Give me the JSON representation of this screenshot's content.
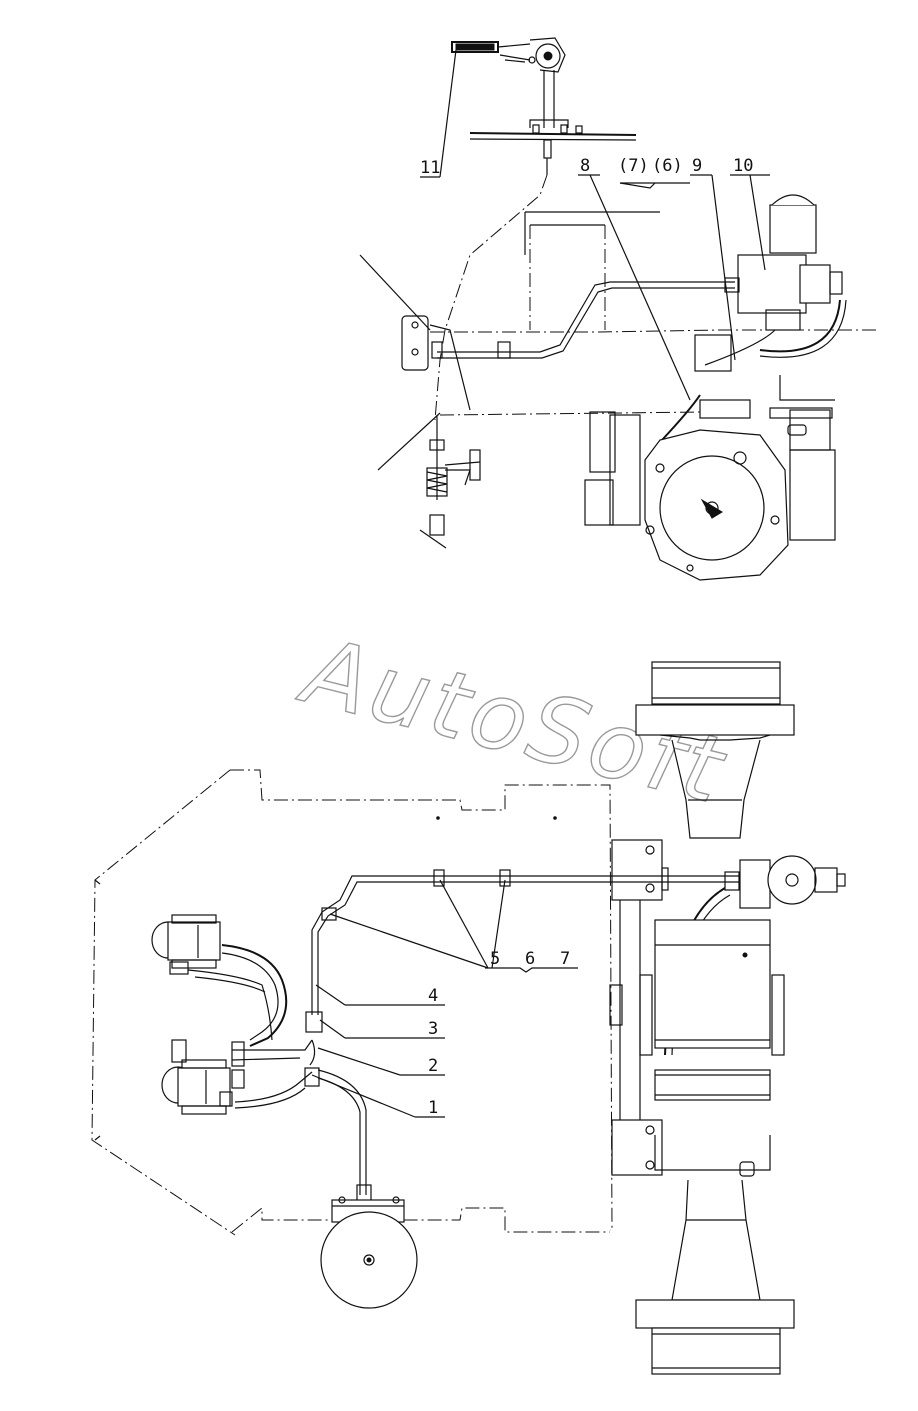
{
  "watermark": "AutoSoft",
  "top_view": {
    "callouts": [
      "11",
      "8",
      "(7)",
      "(6)",
      "9",
      "10"
    ]
  },
  "bottom_view": {
    "callouts": [
      "5",
      "6",
      "7",
      "4",
      "3",
      "2",
      "1"
    ]
  },
  "colors": {
    "line": "#111111",
    "background": "#ffffff",
    "watermark": "#9a9a9a"
  }
}
